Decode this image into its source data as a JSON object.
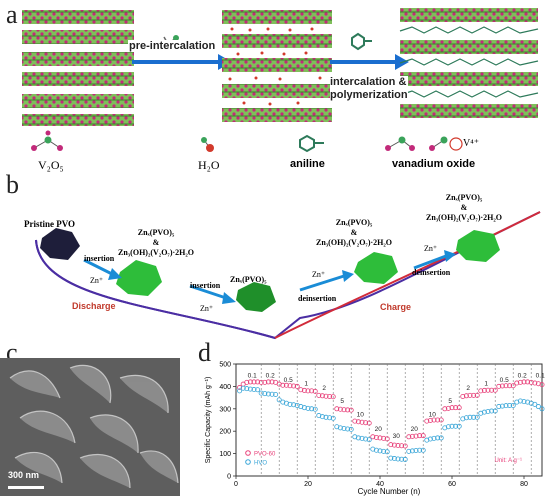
{
  "panel_a": {
    "letter": "a",
    "arrow1_label": "pre-intercalation",
    "arrow2_label": "intercalation &\npolymerization",
    "legend": {
      "v2o5": "V₂O₅",
      "h2o": "H₂O",
      "aniline": "aniline",
      "vox": "vanadium oxide",
      "v4": "V⁴⁺"
    }
  },
  "panel_b": {
    "letter": "b",
    "pristine": "Pristine PVO",
    "step1": "Znₓ(PVO)₅\n&\nZn₃(OH)₂(V₂O₇)·2H₂O",
    "step2": "Znₓ(PVO)₅",
    "step3": "Znₓ(PVO)₅\n&\nZn₃(OH)₂(V₂O₇)·2H₂O",
    "step4": "Znₓ(PVO)₅\n&\nZn₃(OH)₂(V₂O₇)·2H₂O",
    "insertion1": "insertion",
    "insertion2": "insertion",
    "zn1": "Zn⁺",
    "zn2": "Zn⁺",
    "zn3": "Zn⁺",
    "zn4": "Zn⁺",
    "deinsertion1": "deinsertion",
    "deinsertion2": "deinsertion",
    "discharge": "Discharge",
    "charge": "Charge"
  },
  "panel_c": {
    "letter": "c",
    "scalebar": "300 nm"
  },
  "panel_d": {
    "letter": "d"
  },
  "chart_data": {
    "type": "scatter",
    "xlabel": "Cycle Number (n)",
    "ylabel": "Specific Capacity (mAh g⁻¹)",
    "xlim": [
      0,
      85
    ],
    "ylim": [
      0,
      500
    ],
    "xticks": [
      0,
      20,
      40,
      60,
      80
    ],
    "yticks": [
      0,
      100,
      200,
      300,
      400,
      500
    ],
    "unit_label": "Unit: A g⁻¹",
    "rate_labels": [
      {
        "x": 4.5,
        "y": 440,
        "text": "0.1"
      },
      {
        "x": 9.5,
        "y": 440,
        "text": "0.2"
      },
      {
        "x": 14.5,
        "y": 420,
        "text": "0.5"
      },
      {
        "x": 19.5,
        "y": 405,
        "text": "1"
      },
      {
        "x": 24.5,
        "y": 385,
        "text": "2"
      },
      {
        "x": 29.5,
        "y": 325,
        "text": "5"
      },
      {
        "x": 34.5,
        "y": 265,
        "text": "10"
      },
      {
        "x": 39.5,
        "y": 200,
        "text": "20"
      },
      {
        "x": 44.5,
        "y": 170,
        "text": "30"
      },
      {
        "x": 49.5,
        "y": 200,
        "text": "20"
      },
      {
        "x": 54.5,
        "y": 265,
        "text": "10"
      },
      {
        "x": 59.5,
        "y": 325,
        "text": "5"
      },
      {
        "x": 64.5,
        "y": 385,
        "text": "2"
      },
      {
        "x": 69.5,
        "y": 405,
        "text": "1"
      },
      {
        "x": 74.5,
        "y": 420,
        "text": "0.5"
      },
      {
        "x": 79.5,
        "y": 440,
        "text": "0.2"
      },
      {
        "x": 84.5,
        "y": 440,
        "text": "0.1"
      }
    ],
    "segment_boundaries": [
      7,
      12,
      17,
      22,
      27,
      32,
      37,
      42,
      47,
      52,
      57,
      62,
      67,
      72,
      77,
      82
    ],
    "series": [
      {
        "name": "PVO-60",
        "color": "#e8417a",
        "x": [
          1,
          2,
          3,
          4,
          5,
          6,
          7,
          8,
          9,
          10,
          11,
          12,
          13,
          14,
          15,
          16,
          17,
          18,
          19,
          20,
          21,
          22,
          23,
          24,
          25,
          26,
          27,
          28,
          29,
          30,
          31,
          32,
          33,
          34,
          35,
          36,
          37,
          38,
          39,
          40,
          41,
          42,
          43,
          44,
          45,
          46,
          47,
          48,
          49,
          50,
          51,
          52,
          53,
          54,
          55,
          56,
          57,
          58,
          59,
          60,
          61,
          62,
          63,
          64,
          65,
          66,
          67,
          68,
          69,
          70,
          71,
          72,
          73,
          74,
          75,
          76,
          77,
          78,
          79,
          80,
          81,
          82,
          83,
          84,
          85
        ],
        "y": [
          395,
          410,
          418,
          420,
          420,
          420,
          418,
          418,
          420,
          420,
          418,
          410,
          405,
          405,
          403,
          402,
          400,
          385,
          382,
          380,
          380,
          378,
          360,
          358,
          356,
          355,
          354,
          300,
          298,
          296,
          295,
          294,
          245,
          242,
          240,
          238,
          236,
          175,
          172,
          170,
          168,
          166,
          140,
          138,
          136,
          135,
          134,
          175,
          177,
          178,
          180,
          180,
          245,
          248,
          250,
          250,
          250,
          300,
          302,
          305,
          305,
          305,
          355,
          358,
          360,
          360,
          360,
          380,
          382,
          383,
          383,
          383,
          400,
          402,
          403,
          403,
          403,
          415,
          418,
          420,
          420,
          418,
          415,
          412,
          408
        ]
      },
      {
        "name": "HVO",
        "color": "#3aa6d8",
        "x": [
          1,
          2,
          3,
          4,
          5,
          6,
          7,
          8,
          9,
          10,
          11,
          12,
          13,
          14,
          15,
          16,
          17,
          18,
          19,
          20,
          21,
          22,
          23,
          24,
          25,
          26,
          27,
          28,
          29,
          30,
          31,
          32,
          33,
          34,
          35,
          36,
          37,
          38,
          39,
          40,
          41,
          42,
          43,
          44,
          45,
          46,
          47,
          48,
          49,
          50,
          51,
          52,
          53,
          54,
          55,
          56,
          57,
          58,
          59,
          60,
          61,
          62,
          63,
          64,
          65,
          66,
          67,
          68,
          69,
          70,
          71,
          72,
          73,
          74,
          75,
          76,
          77,
          78,
          79,
          80,
          81,
          82,
          83,
          84,
          85
        ],
        "y": [
          380,
          392,
          390,
          388,
          386,
          385,
          370,
          368,
          366,
          365,
          364,
          340,
          330,
          325,
          320,
          318,
          315,
          310,
          305,
          302,
          300,
          298,
          270,
          265,
          262,
          260,
          258,
          220,
          215,
          212,
          210,
          208,
          175,
          170,
          168,
          165,
          162,
          120,
          115,
          112,
          110,
          108,
          80,
          78,
          76,
          75,
          74,
          110,
          112,
          114,
          115,
          115,
          160,
          165,
          168,
          170,
          170,
          215,
          220,
          222,
          222,
          222,
          255,
          260,
          262,
          262,
          262,
          280,
          285,
          288,
          290,
          290,
          310,
          312,
          314,
          315,
          315,
          330,
          335,
          332,
          330,
          325,
          320,
          310,
          300
        ]
      }
    ]
  }
}
